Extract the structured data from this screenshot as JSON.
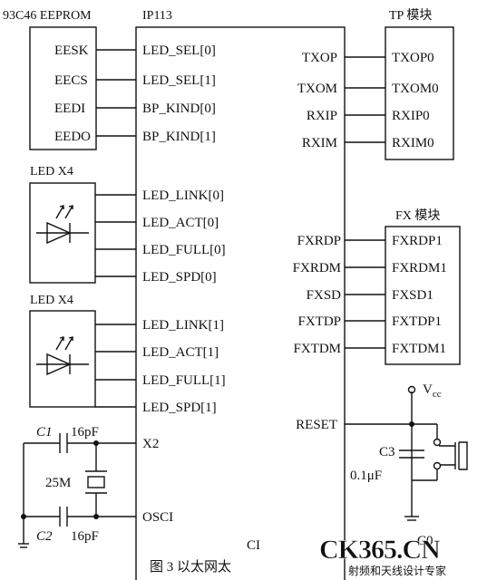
{
  "headers": {
    "eeprom": "93C46  EEPROM",
    "ip113": "IP113",
    "tp_block": "TP 模块",
    "led_a": "LED  X4",
    "fx_block": "FX 模块",
    "led_b": "LED  X4"
  },
  "eeprom_pins": [
    "EESK",
    "EECS",
    "EEDI",
    "EEDO"
  ],
  "ip113_left_pins": [
    "LED_SEL[0]",
    "LED_SEL[1]",
    "BP_KIND[0]",
    "BP_KIND[1]",
    "LED_LINK[0]",
    "LED_ACT[0]",
    "LED_FULL[0]",
    "LED_SPD[0]",
    "LED_LINK[1]",
    "LED_ACT[1]",
    "LED_FULL[1]",
    "LED_SPD[1]",
    "X2",
    "OSCI"
  ],
  "ip113_right_pins": [
    "TXOP",
    "TXOM",
    "RXIP",
    "RXIM",
    "FXRDP",
    "FXRDM",
    "FXSD",
    "FXTDP",
    "FXTDM",
    "RESET"
  ],
  "tp_pins": [
    "TXOP0",
    "TXOM0",
    "RXIP0",
    "RXIM0"
  ],
  "fx_pins": [
    "FXRDP1",
    "FXRDM1",
    "FXSD1",
    "FXTDP1",
    "FXTDM1"
  ],
  "components": {
    "c1": "C1",
    "c1_value": "16pF",
    "crystal": "25M",
    "c2": "C2",
    "c2_value": "16pF",
    "vcc": "V",
    "vcc_sub": "cc",
    "c3": "C3",
    "c3_value": "0.1μF"
  },
  "partial_label_ci": "CI",
  "partial_label_c0": "C0",
  "caption": "图 3  以太网太",
  "watermark": {
    "logo": "CK365.CN",
    "tagline": "射频和天线设计专家"
  },
  "colors": {
    "ink": "#111111",
    "wm_red": "#e2271a",
    "wm_orange": "#f29a1b",
    "wm_blue": "#2c4fa8"
  }
}
